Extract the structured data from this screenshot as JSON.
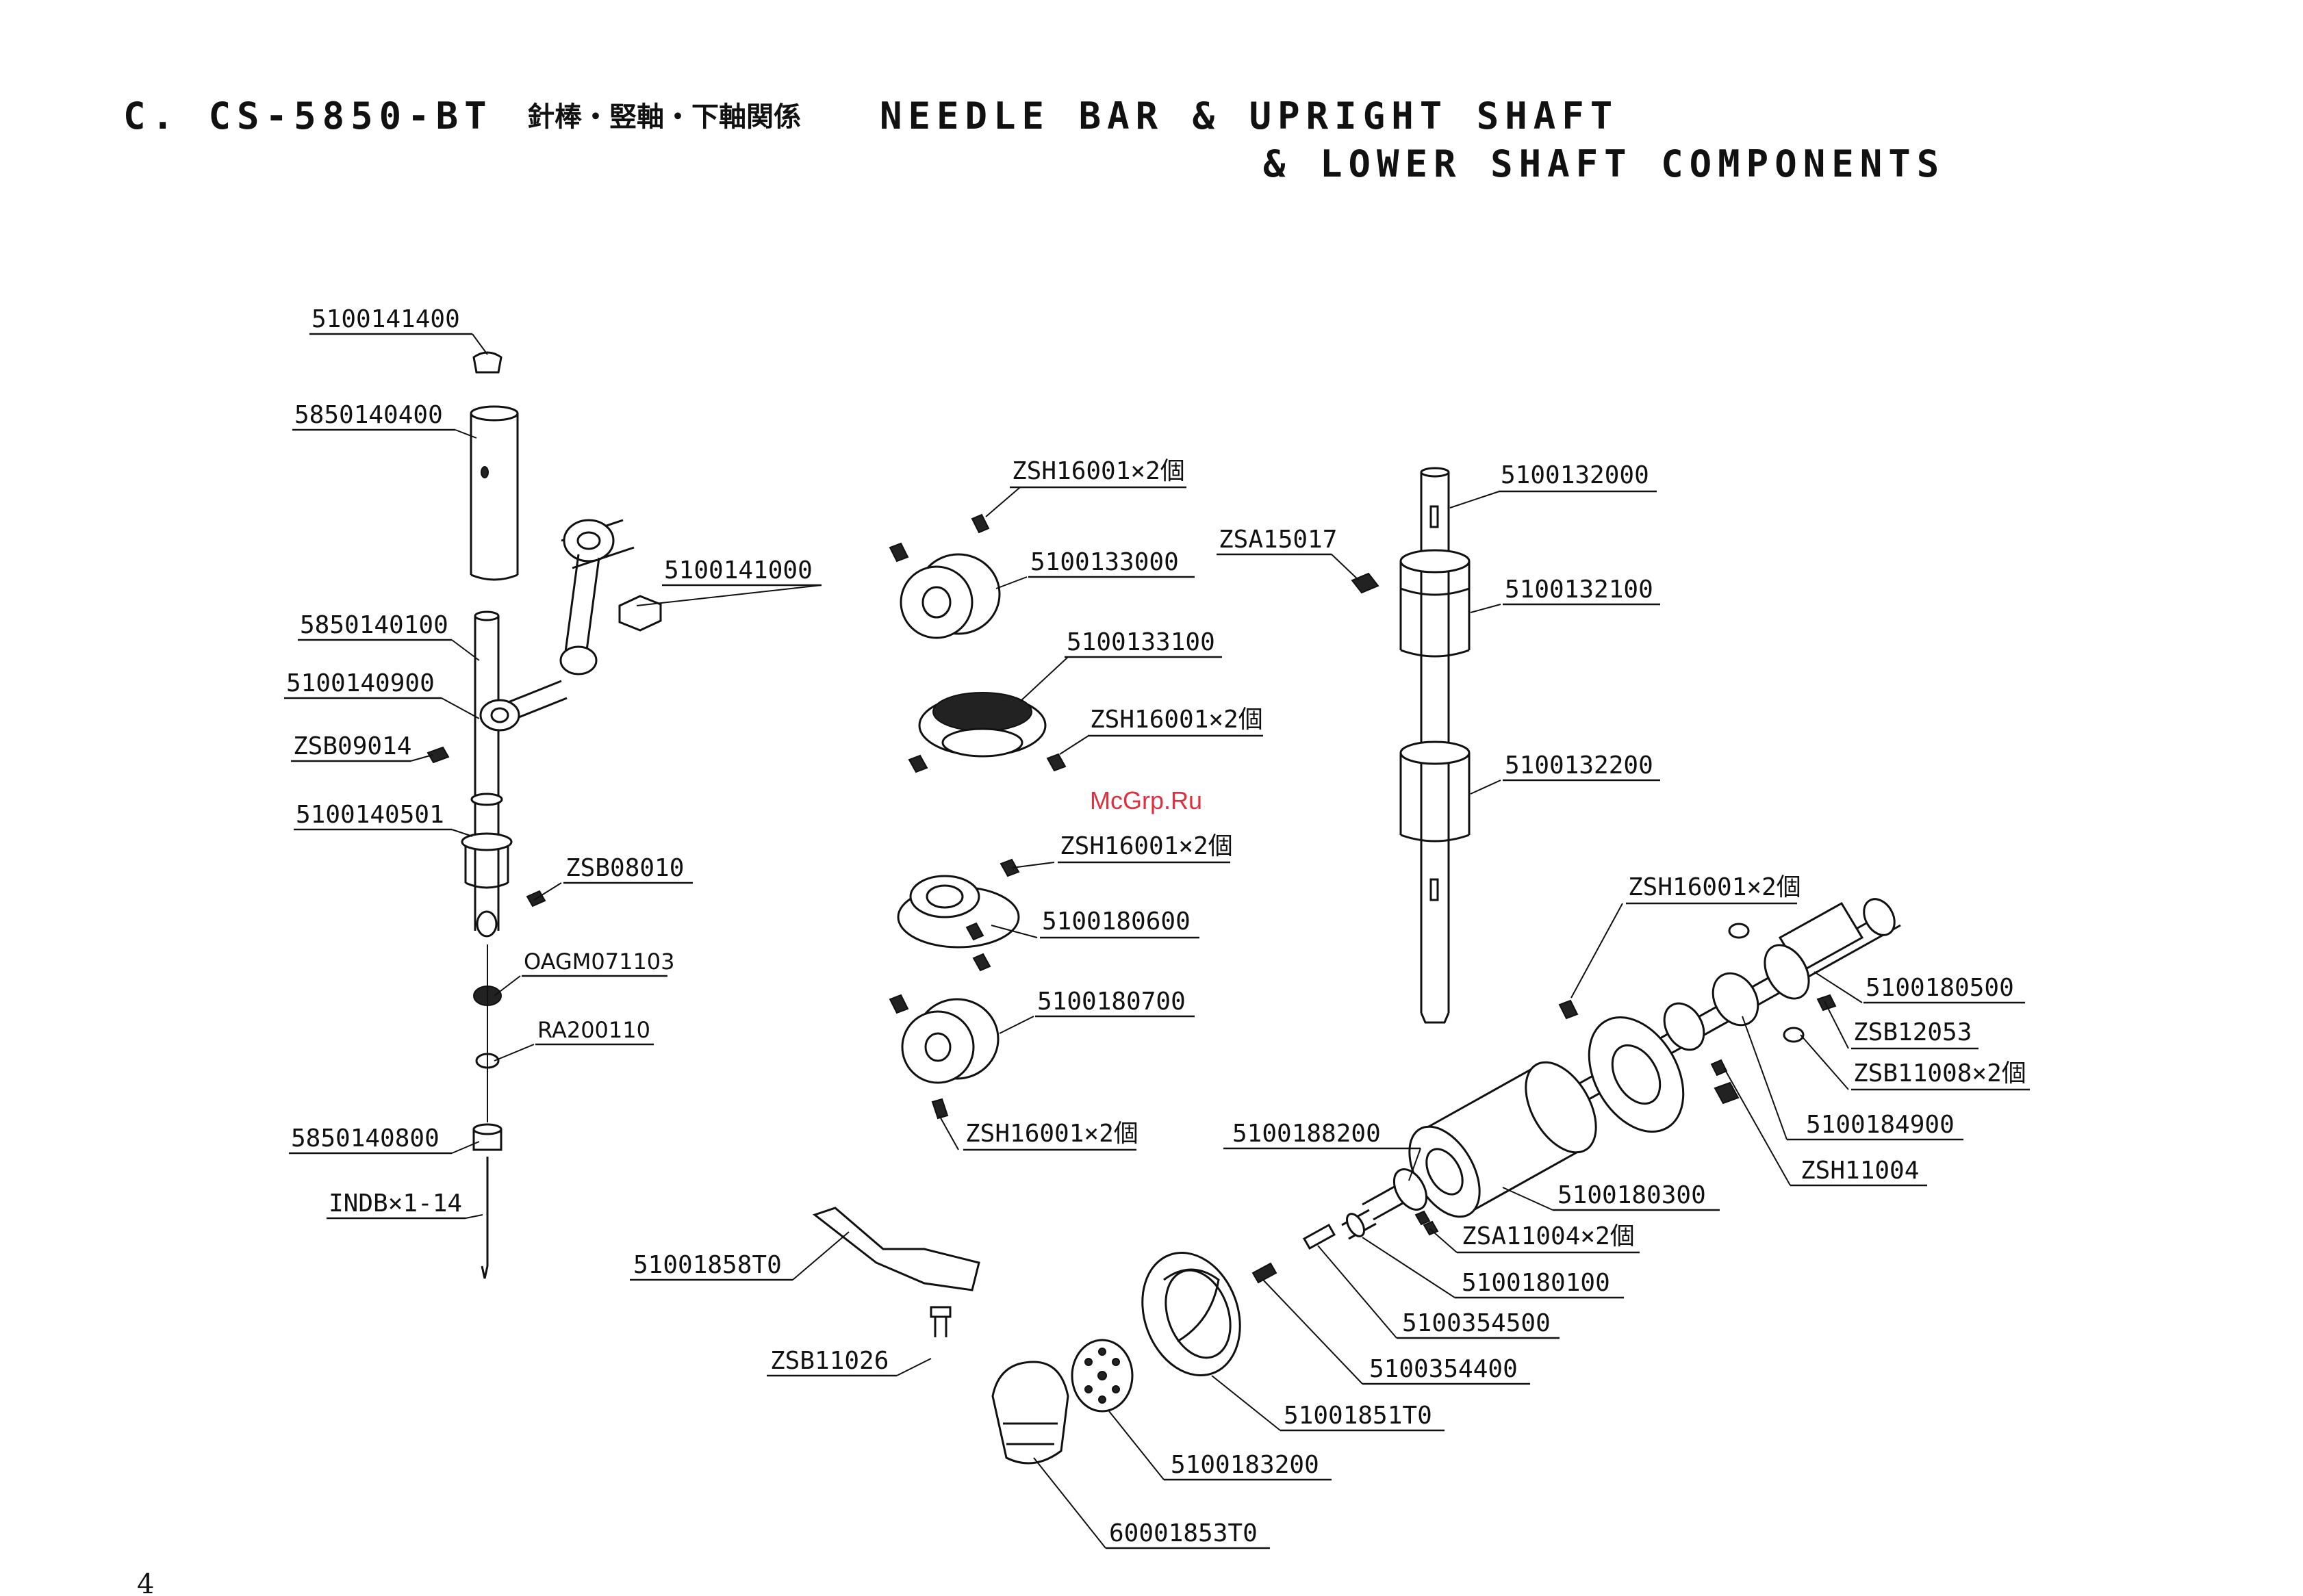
{
  "header": {
    "model": "C. CS-5850-BT",
    "japanese": "針棒・竪軸・下軸関係",
    "title_line1": "NEEDLE BAR & UPRIGHT SHAFT",
    "title_line2": "& LOWER SHAFT COMPONENTS"
  },
  "watermark": "McGrp.Ru",
  "page_number": "4",
  "labels": {
    "p5100141400": "5100141400",
    "p5850140400": "5850140400",
    "p5100141000": "5100141000",
    "p5850140100": "5850140100",
    "p5100140900": "5100140900",
    "pZSB09014": "ZSB09014",
    "p5100140501": "5100140501",
    "pZSB08010": "ZSB08010",
    "pOAGM071103": "OAGM071103",
    "pRA200110": "RA200110",
    "p5850140800": "5850140800",
    "pINDB": "INDB×1-14",
    "pZSH16001a": "ZSH16001×2個",
    "p5100133000": "5100133000",
    "p5100133100": "5100133100",
    "pZSH16001b": "ZSH16001×2個",
    "pZSH16001c": "ZSH16001×2個",
    "p5100180600": "5100180600",
    "p5100180700": "5100180700",
    "pZSH16001d": "ZSH16001×2個",
    "p5100132000": "5100132000",
    "pZSA15017": "ZSA15017",
    "p5100132100": "5100132100",
    "p5100132200": "5100132200",
    "pZSH16001e": "ZSH16001×2個",
    "p5100180500": "5100180500",
    "pZSB12053": "ZSB12053",
    "pZSB11008": "ZSB11008×2個",
    "p5100184900": "5100184900",
    "pZSH11004": "ZSH11004",
    "p5100188200": "5100188200",
    "p5100180300": "5100180300",
    "pZSA11004": "ZSA11004×2個",
    "p5100180100": "5100180100",
    "p5100354500": "5100354500",
    "p5100354400": "5100354400",
    "p51001851T0": "51001851T0",
    "p5100183200": "5100183200",
    "p60001853T0": "60001853T0",
    "p51001858T0": "51001858T0",
    "pZSB11026": "ZSB11026"
  }
}
